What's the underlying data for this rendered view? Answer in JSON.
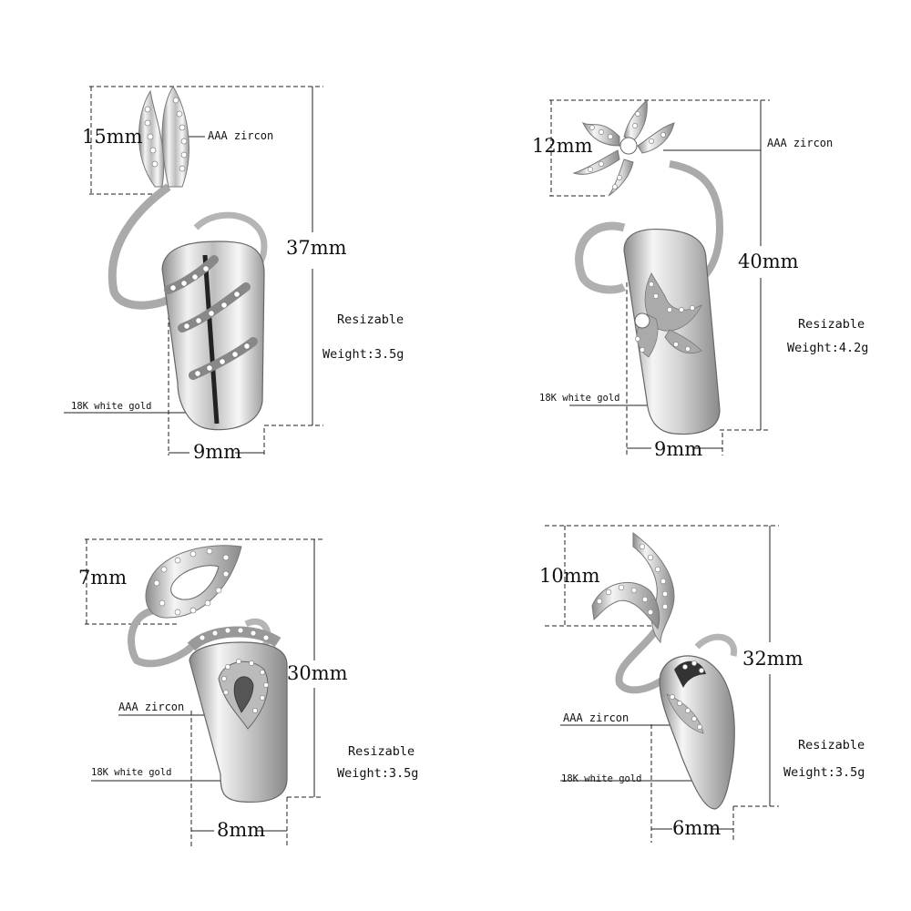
{
  "products": [
    {
      "top_height": "15mm",
      "total_height": "37mm",
      "width": "9mm",
      "stone_label": "AAA zircon",
      "metal_label": "18K white gold",
      "feature": "Resizable",
      "weight": "Weight:3.5g"
    },
    {
      "top_height": "12mm",
      "total_height": "40mm",
      "width": "9mm",
      "stone_label": "AAA zircon",
      "metal_label": "18K white gold",
      "feature": "Resizable",
      "weight": "Weight:4.2g"
    },
    {
      "top_height": "7mm",
      "total_height": "30mm",
      "width": "8mm",
      "stone_label": "AAA zircon",
      "metal_label": "18K white gold",
      "feature": "Resizable",
      "weight": "Weight:3.5g"
    },
    {
      "top_height": "10mm",
      "total_height": "32mm",
      "width": "6mm",
      "stone_label": "AAA zircon",
      "metal_label": "18K white gold",
      "feature": "Resizable",
      "weight": "Weight:3.5g"
    }
  ],
  "colors": {
    "background": "#ffffff",
    "dimension_line": "#222222",
    "metal_light": "#f4f4f4",
    "metal_dark": "#7a7a7a"
  }
}
